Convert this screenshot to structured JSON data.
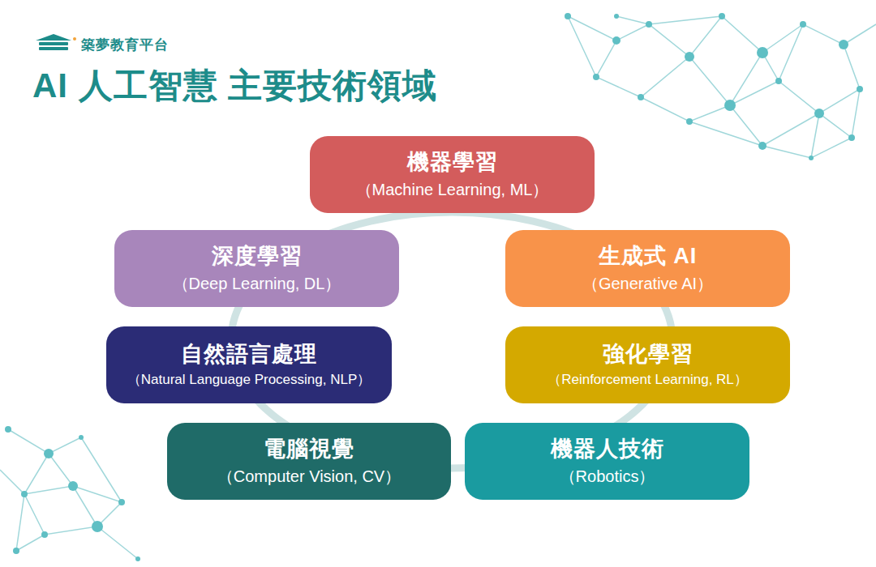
{
  "diagram": {
    "title": "AI 人工智慧 主要技術領域",
    "nodes": [
      {
        "text": [
          "機器學習",
          "（Machine Learning, ML）"
        ]
      },
      {
        "text": [
          "深度學習",
          "（Deep Learning, DL）"
        ]
      },
      {
        "text": [
          "生成式 AI",
          "（Generative AI）"
        ]
      },
      {
        "text": [
          "自然語言處理",
          "（Natural Language Processing, NLP）"
        ]
      },
      {
        "text": [
          "強化學習",
          "（Reinforcement Learning, RL）"
        ]
      },
      {
        "text": [
          "電腦視覺",
          "（Computer Vision, CV）"
        ]
      },
      {
        "text": [
          "機器人技術",
          "（Robotics）"
        ]
      }
    ],
    "labels": [
      "築夢教育平台"
    ]
  }
}
